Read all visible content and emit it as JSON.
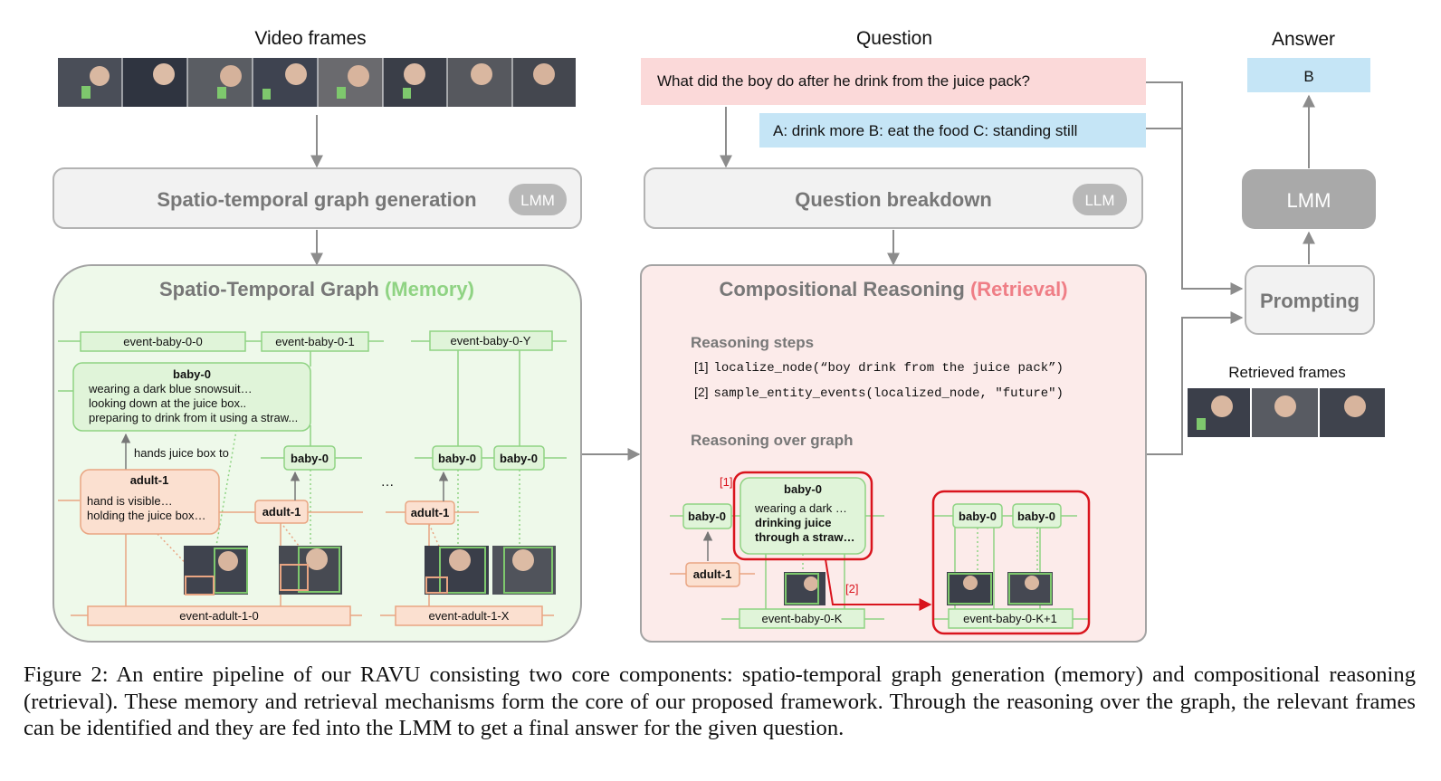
{
  "headings": {
    "video_frames": "Video frames",
    "question": "Question",
    "answer": "Answer",
    "retrieved_frames": "Retrieved frames"
  },
  "question_text": "What did the boy do after he drink from the juice pack?",
  "options_text": "A: drink more B: eat the food C: standing still",
  "answer_value": "B",
  "modules": {
    "stgg": "Spatio-temporal graph generation",
    "stgg_badge": "LMM",
    "qb": "Question breakdown",
    "qb_badge": "LLM",
    "lmm": "LMM",
    "prompting": "Prompting"
  },
  "memory": {
    "title": "Spatio-Temporal Graph",
    "title_accent": "(Memory)",
    "event_baby_0_0": "event-baby-0-0",
    "event_baby_0_1": "event-baby-0-1",
    "event_baby_0_Y": "event-baby-0-Y",
    "baby_desc_title": "baby-0",
    "baby_desc_lines": [
      "wearing a dark blue snowsuit…",
      "looking down at the juice box..",
      "preparing to drink from it using a straw..."
    ],
    "hands_label": "hands juice box to",
    "adult_desc_title": "adult-1",
    "adult_desc_lines": [
      "hand is visible…",
      "holding the juice box…"
    ],
    "baby_node": "baby-0",
    "adult_node": "adult-1",
    "ellipsis": "…",
    "event_adult_1_0": "event-adult-1-0",
    "event_adult_1_X": "event-adult-1-X"
  },
  "reasoning": {
    "title": "Compositional Reasoning",
    "title_accent": "(Retrieval)",
    "steps_heading": "Reasoning steps",
    "step1_index": "[1]",
    "step1_code": "localize_node(“boy drink from the juice pack”)",
    "step2_index": "[2]",
    "step2_code": "sample_entity_events(localized_node, \"future\")",
    "over_graph_heading": "Reasoning over graph",
    "marker1": "[1]",
    "marker2": "[2]",
    "baby_node": "baby-0",
    "adult_node": "adult-1",
    "focus_title": "baby-0",
    "focus_line1": "wearing a dark …",
    "focus_line2": "drinking juice",
    "focus_line3": "through a straw…",
    "event_K": "event-baby-0-K",
    "event_K1": "event-baby-0-K+1"
  },
  "caption": "Figure 2: An entire pipeline of our RAVU consisting two core components: spatio-temporal graph generation (memory) and compositional reasoning (retrieval). These memory and retrieval mechanisms form the core of our proposed framework. Through the reasoning over the graph, the relevant frames can be identified and they are fed into the LMM to get a final answer for the given question.",
  "colors": {
    "green_fill": "#e0f4d9",
    "green_stroke": "#8fd383",
    "green_text": "#8fd383",
    "orange_fill": "#fbe0d0",
    "orange_stroke": "#e9a582",
    "red_text": "#ef7e86",
    "red_highlight": "#d9141d",
    "pink_fill": "#fcebea",
    "blue_fill": "#c5e5f6",
    "gray_module": "#a9a9a9"
  }
}
